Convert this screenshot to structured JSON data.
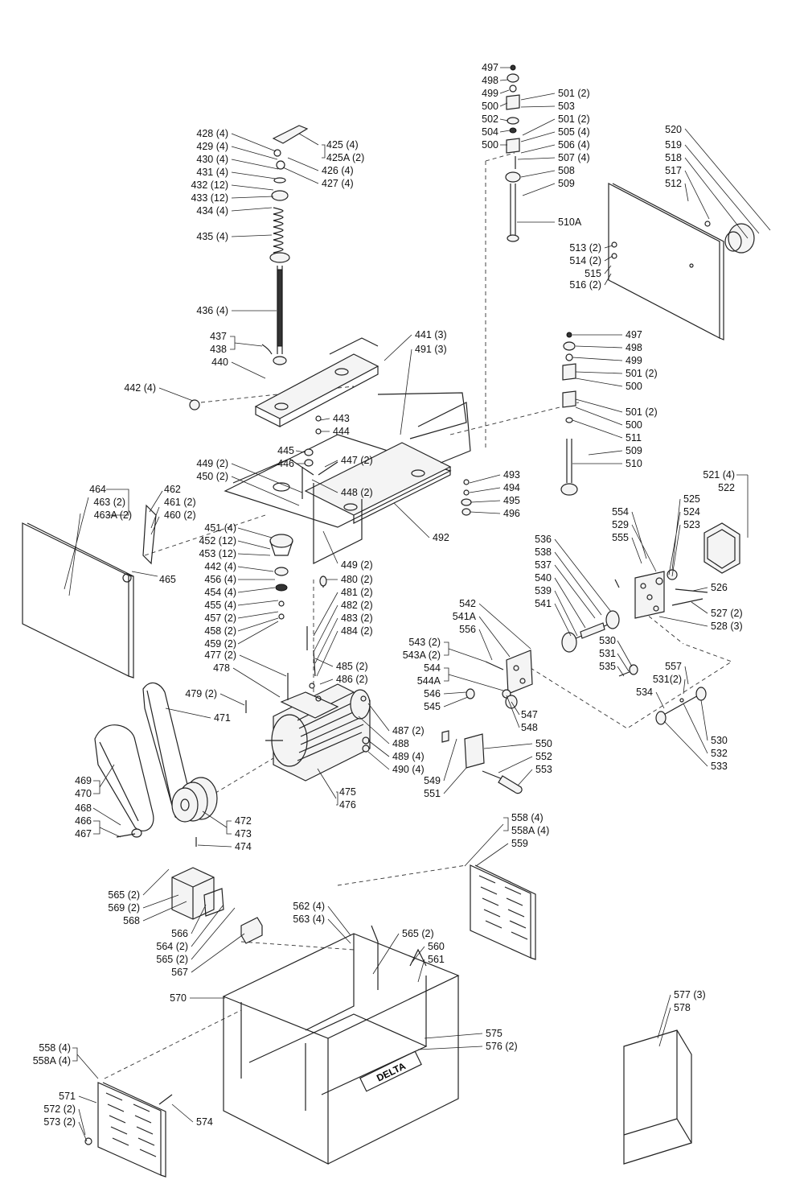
{
  "brand": "DELTA",
  "labels": {
    "l497a": "497",
    "l498a": "498",
    "l499a": "499",
    "l500a": "500",
    "l501a": "501 (2)",
    "l503": "503",
    "l502": "502",
    "l501b": "501 (2)",
    "l504": "504",
    "l505": "505 (4)",
    "l500b": "500",
    "l506": "506 (4)",
    "l507": "507 (4)",
    "l508": "508",
    "l509a": "509",
    "l510a": "510A",
    "l513": "513 (2)",
    "l514": "514 (2)",
    "l515": "515",
    "l516": "516 (2)",
    "l520": "520",
    "l519": "519",
    "l518": "518",
    "l517": "517",
    "l512": "512",
    "l428": "428 (4)",
    "l429": "429 (4)",
    "l430": "430 (4)",
    "l431": "431 (4)",
    "l432": "432 (12)",
    "l433": "433 (12)",
    "l434": "434 (4)",
    "l435": "435 (4)",
    "l425": "425 (4)",
    "l425a": "425A (2)",
    "l426": "426 (4)",
    "l427": "427 (4)",
    "l436": "436 (4)",
    "l437": "437",
    "l438": "438",
    "l440": "440",
    "l441": "441 (3)",
    "l491": "491 (3)",
    "l442a": "442 (4)",
    "l443": "443",
    "l444": "444",
    "l445": "445",
    "l446": "446",
    "l449a": "449 (2)",
    "l450": "450 (2)",
    "l447": "447 (2)",
    "l448": "448 (2)",
    "l493": "493",
    "l494": "494",
    "l495": "495",
    "l496": "496",
    "l492": "492",
    "l497b": "497",
    "l498b": "498",
    "l499b": "499",
    "l501c": "501 (2)",
    "l500c": "500",
    "l501d": "501 (2)",
    "l500d": "500",
    "l511": "511",
    "l509b": "509",
    "l510": "510",
    "l521": "521 (4)",
    "l522": "522",
    "l464": "464",
    "l463": "463 (2)",
    "l463a": "463A (2)",
    "l462": "462",
    "l461": "461 (2)",
    "l460": "460 (2)",
    "l465": "465",
    "l451": "451 (4)",
    "l452": "452 (12)",
    "l453": "453 (12)",
    "l442b": "442 (4)",
    "l456": "456 (4)",
    "l454": "454 (4)",
    "l455": "455 (4)",
    "l457": "457 (2)",
    "l458": "458 (2)",
    "l459": "459 (2)",
    "l449b": "449 (2)",
    "l480": "480 (2)",
    "l481": "481 (2)",
    "l482": "482 (2)",
    "l483": "483 (2)",
    "l484": "484 (2)",
    "l477": "477 (2)",
    "l478": "478",
    "l485": "485 (2)",
    "l486": "486 (2)",
    "l479": "479 (2)",
    "l471": "471",
    "l487": "487 (2)",
    "l488": "488",
    "l489": "489 (4)",
    "l490": "490 (4)",
    "l475": "475",
    "l476": "476",
    "l469": "469",
    "l470": "470",
    "l468": "468",
    "l466": "466",
    "l467": "467",
    "l472": "472",
    "l473": "473",
    "l474": "474",
    "l554": "554",
    "l529": "529",
    "l555": "555",
    "l525": "525",
    "l524": "524",
    "l523": "523",
    "l526": "526",
    "l527": "527 (2)",
    "l528": "528 (3)",
    "l536": "536",
    "l538": "538",
    "l537": "537",
    "l540": "540",
    "l539": "539",
    "l541": "541",
    "l542": "542",
    "l541a": "541A",
    "l556": "556",
    "l543": "543 (2)",
    "l543a": "543A (2)",
    "l544": "544",
    "l544a": "544A",
    "l546": "546",
    "l545": "545",
    "l547": "547",
    "l548": "548",
    "l530a": "530",
    "l531a": "531",
    "l535": "535",
    "l557": "557",
    "l531b": "531(2)",
    "l534": "534",
    "l530b": "530",
    "l532": "532",
    "l533": "533",
    "l550": "550",
    "l552": "552",
    "l553": "553",
    "l549": "549",
    "l551": "551",
    "l558a": "558 (4)",
    "l558aa": "558A (4)",
    "l559": "559",
    "l565a": "565 (2)",
    "l569": "569 (2)",
    "l568": "568",
    "l566": "566",
    "l564": "564 (2)",
    "l565b": "565 (2)",
    "l567": "567",
    "l562": "562 (4)",
    "l563": "563 (4)",
    "l565c": "565 (2)",
    "l560": "560",
    "l561": "561",
    "l570": "570",
    "l575": "575",
    "l576": "576 (2)",
    "l577": "577 (3)",
    "l578": "578",
    "l558b": "558 (4)",
    "l558ab": "558A (4)",
    "l571": "571",
    "l572": "572 (2)",
    "l573": "573 (2)",
    "l574": "574"
  },
  "colors": {
    "line": "#222222",
    "background": "#ffffff"
  }
}
